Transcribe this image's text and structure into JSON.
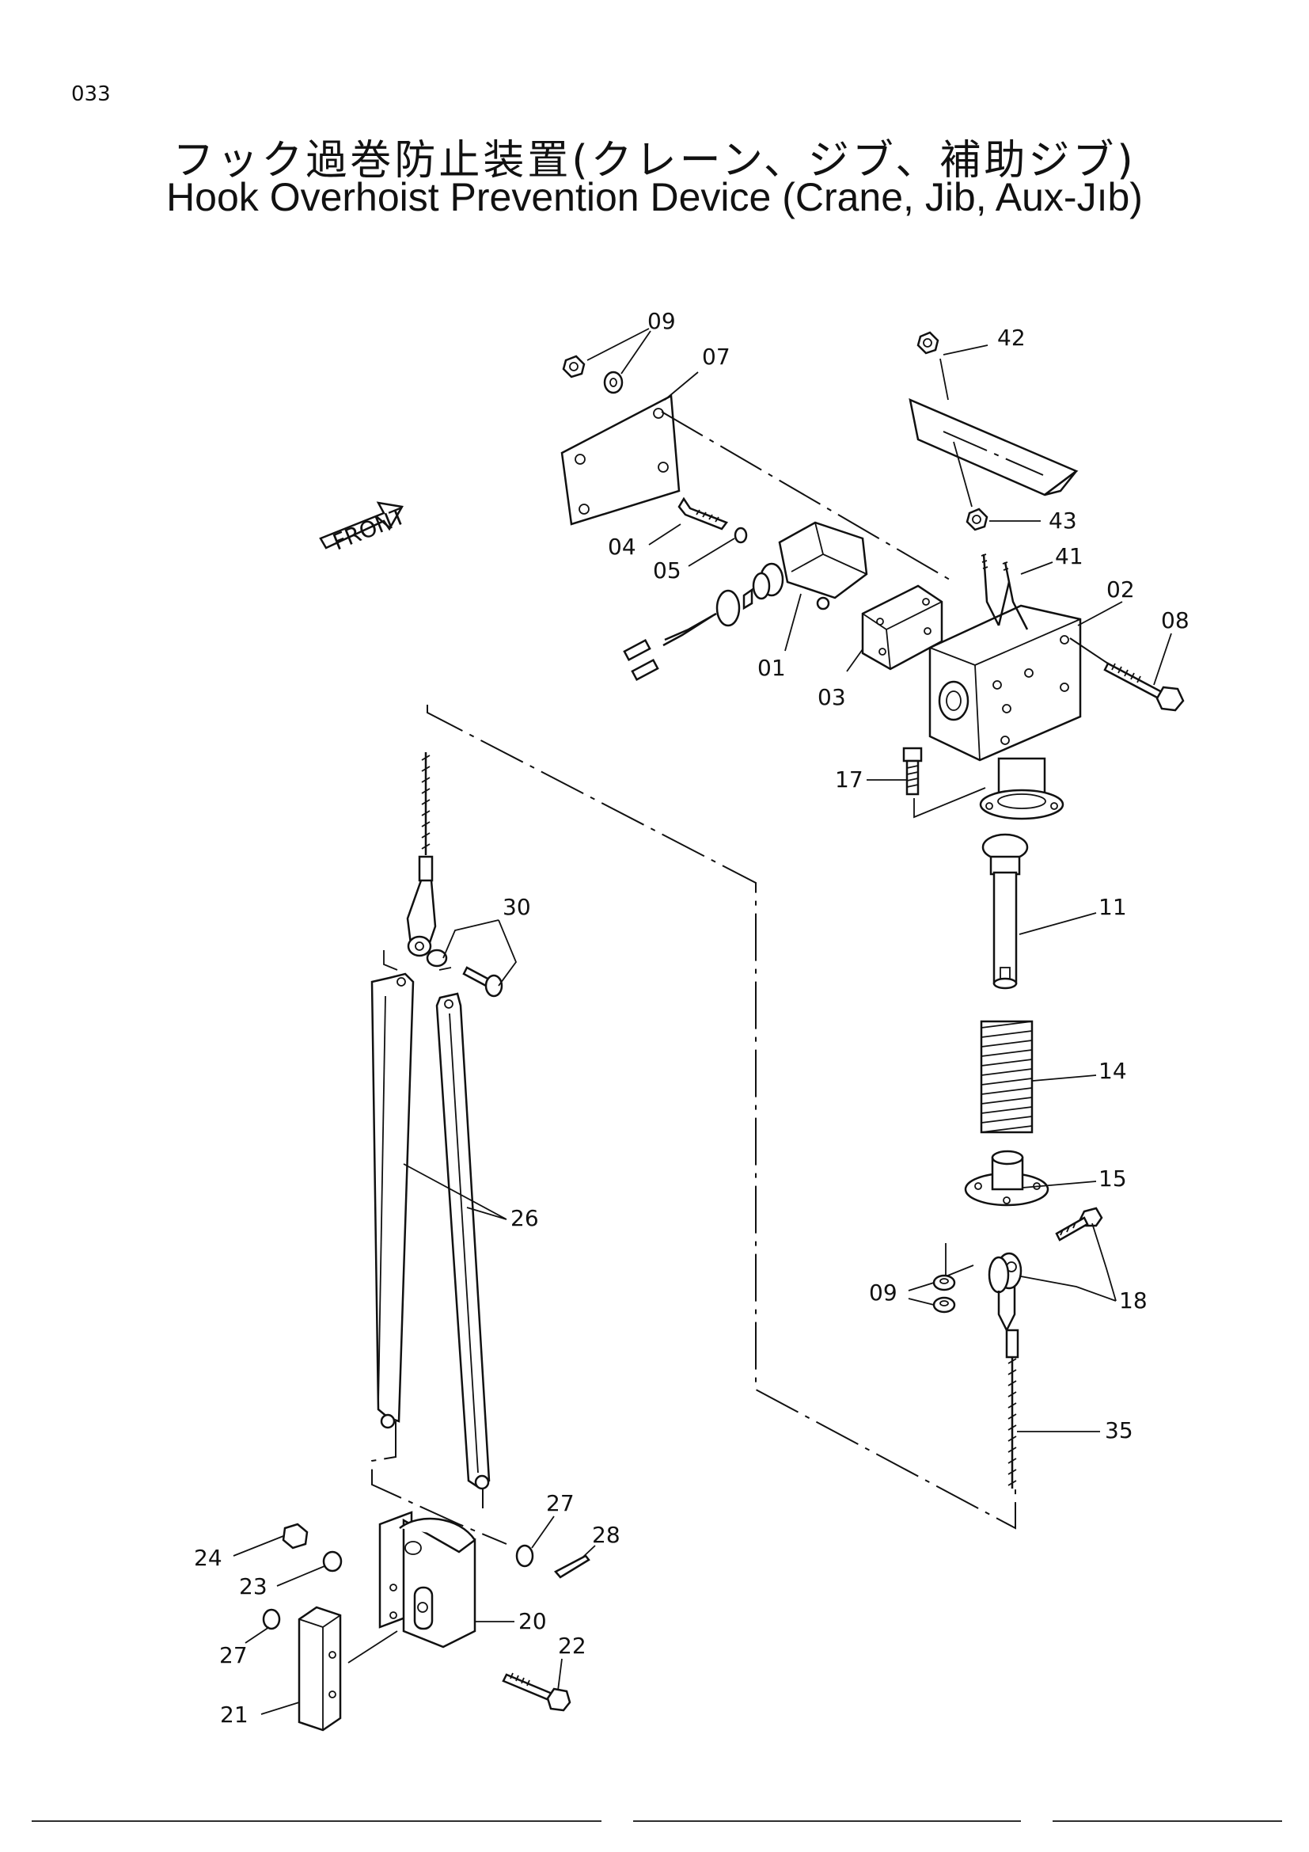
{
  "page_number": "033",
  "title_jp": "フック過巻防止装置(クレーン、ジブ、補助ジブ)",
  "title_en": "Hook Overhoist Prevention Device (Crane, Jib, Aux-Jıb)",
  "front_label": "FRONT",
  "callouts": {
    "c09a": "09",
    "c07": "07",
    "c42": "42",
    "c04": "04",
    "c05": "05",
    "c43": "43",
    "c41": "41",
    "c02": "02",
    "c08": "08",
    "c01": "01",
    "c03": "03",
    "c17": "17",
    "c30": "30",
    "c11": "11",
    "c14": "14",
    "c26": "26",
    "c15": "15",
    "c09b": "09",
    "c18": "18",
    "c35": "35",
    "c27a": "27",
    "c28": "28",
    "c24": "24",
    "c23": "23",
    "c20": "20",
    "c22": "22",
    "c27b": "27",
    "c21": "21"
  }
}
